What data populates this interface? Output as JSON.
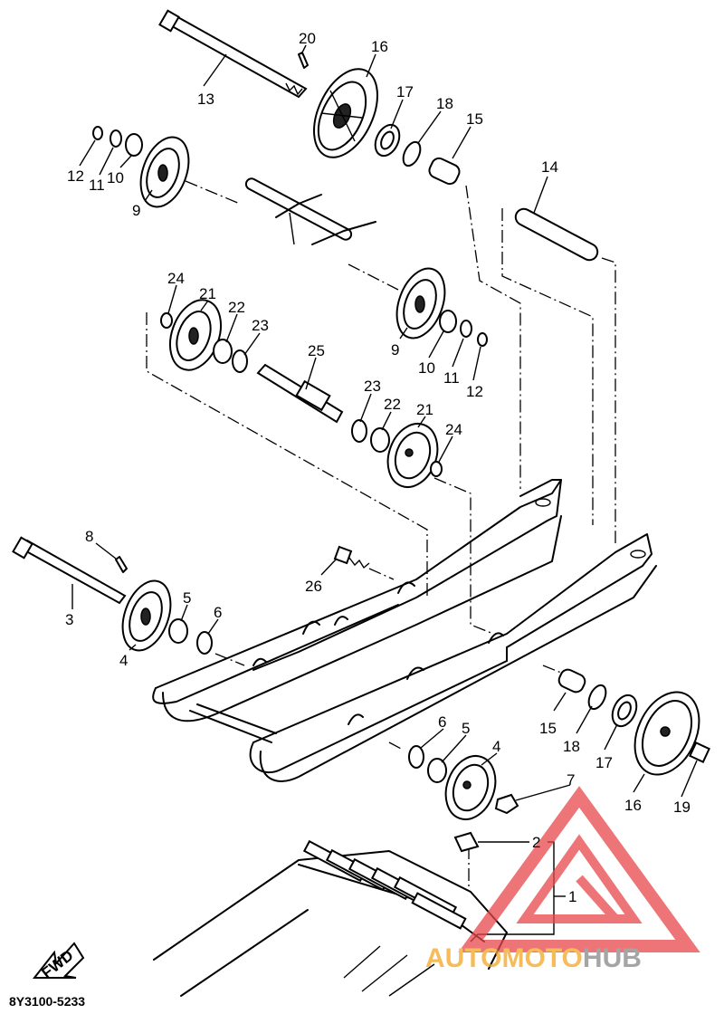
{
  "diagram": {
    "drawing_code": "8Y3100-5233",
    "fwd_label": "FWD",
    "watermark": {
      "part1": "AUTOMOTO",
      "part2": "HUB",
      "color1": "#f5a623",
      "color2": "#888888",
      "logo_color": "#e8484c"
    },
    "callouts": {
      "c1": "1",
      "c2": "2",
      "c3": "3",
      "c4a": "4",
      "c4b": "4",
      "c5a": "5",
      "c5b": "5",
      "c6a": "6",
      "c6b": "6",
      "c7": "7",
      "c8": "8",
      "c9a": "9",
      "c9b": "9",
      "c10a": "10",
      "c10b": "10",
      "c11a": "11",
      "c11b": "11",
      "c12a": "12",
      "c12b": "12",
      "c13": "13",
      "c14": "14",
      "c15a": "15",
      "c15b": "15",
      "c16a": "16",
      "c16b": "16",
      "c17a": "17",
      "c17b": "17",
      "c18a": "18",
      "c18b": "18",
      "c19": "19",
      "c20": "20",
      "c21a": "21",
      "c21b": "21",
      "c22a": "22",
      "c22b": "22",
      "c23a": "23",
      "c23b": "23",
      "c24a": "24",
      "c24b": "24",
      "c25": "25",
      "c26": "26"
    }
  }
}
